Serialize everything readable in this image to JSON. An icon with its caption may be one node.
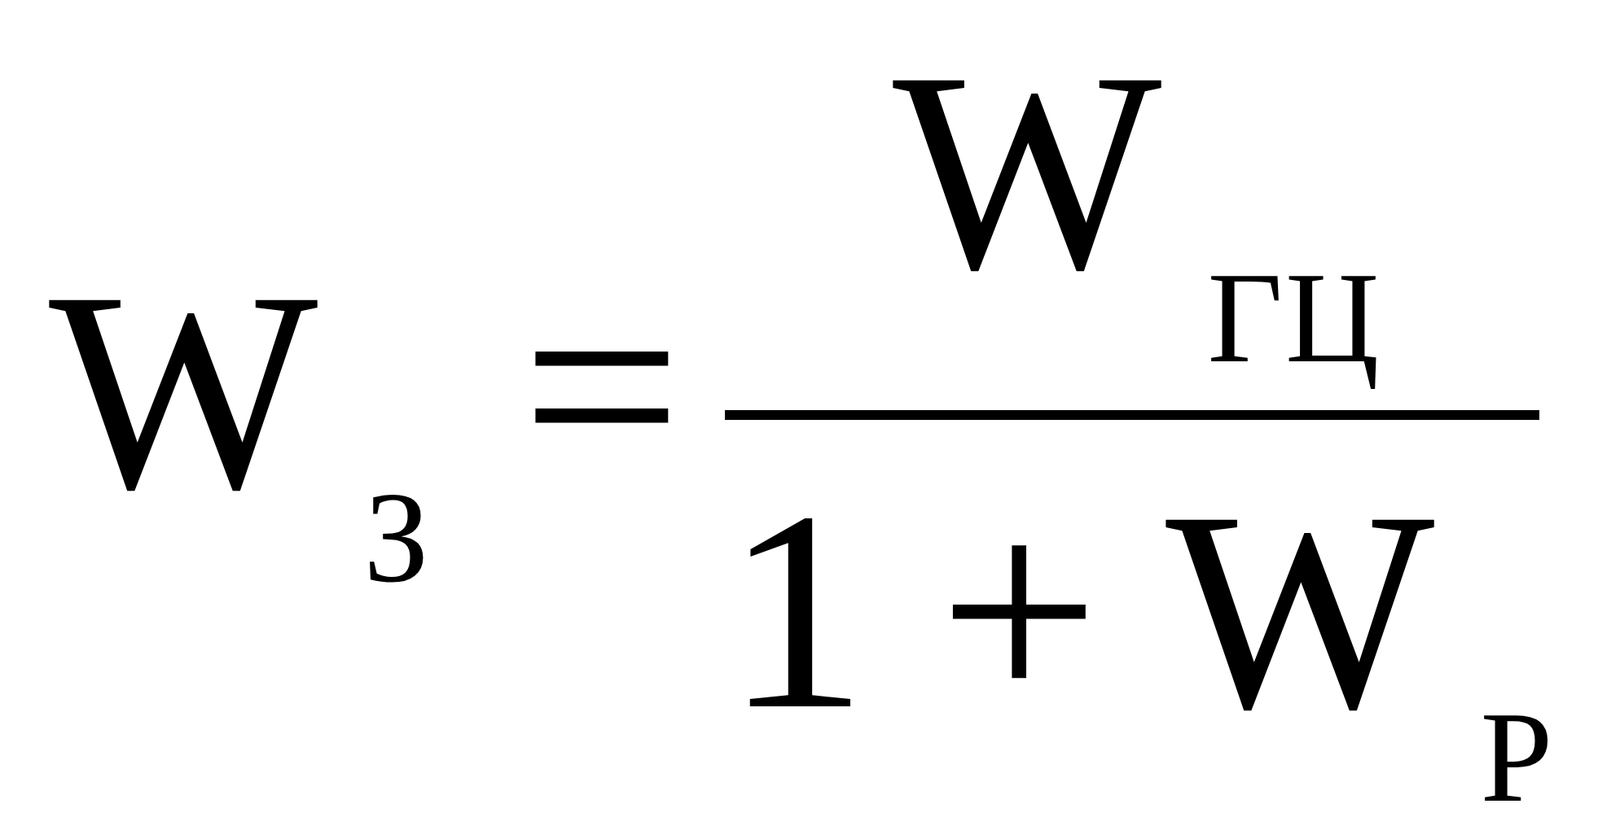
{
  "diagram": {
    "labels": [
      "W$_{З}$",
      "=",
      "W$_{ГЦ}$",
      "1 + W$_{Р}$"
    ]
  }
}
